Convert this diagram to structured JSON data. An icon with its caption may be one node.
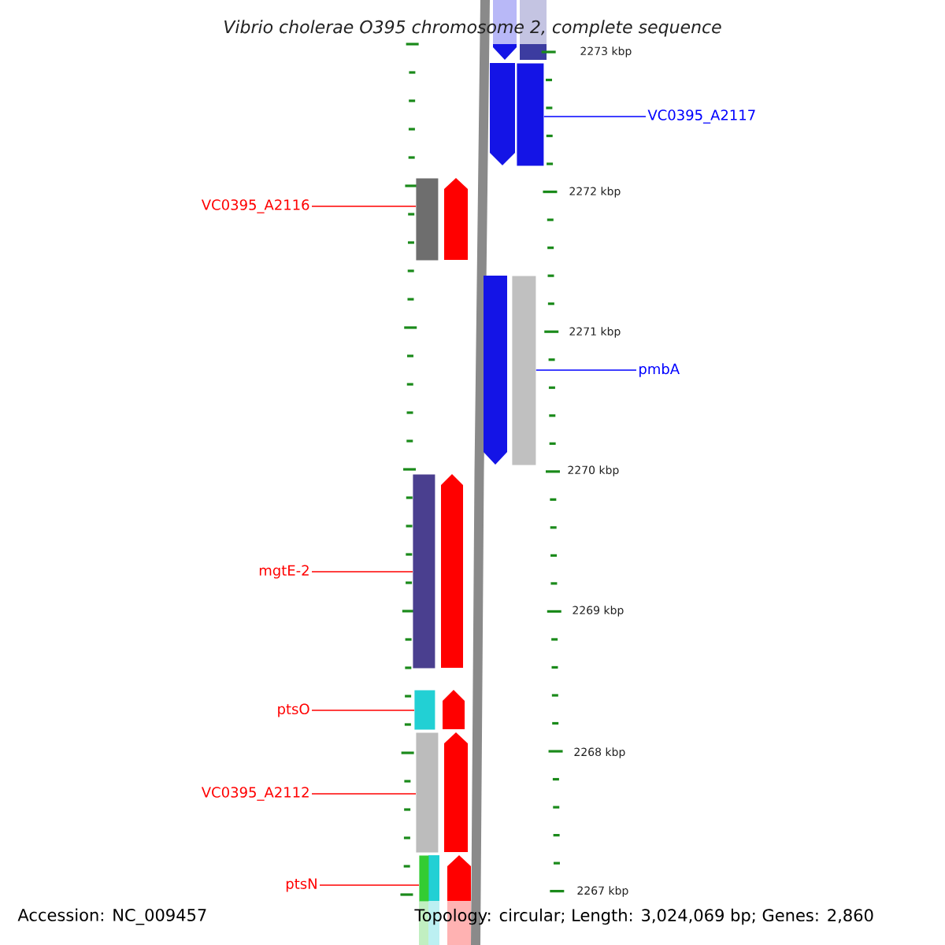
{
  "diagram": {
    "title": "Vibrio cholerae O395 chromosome 2, complete sequence",
    "nodes": [
      {
        "text": [
          "VC0395_A2117"
        ]
      },
      {
        "text": [],
        "shape": "bar"
      },
      {
        "text": [
          "VC0395_A2116"
        ]
      },
      {
        "text": [],
        "shape": "bar"
      },
      {
        "text": [
          "pmbA"
        ]
      },
      {
        "text": [],
        "shape": "bar"
      },
      {
        "text": [
          "mgtE-2"
        ]
      },
      {
        "text": [],
        "shape": "bar"
      },
      {
        "text": [
          "ptsO"
        ]
      },
      {
        "text": [],
        "shape": "bar"
      },
      {
        "text": [
          "VC0395_A2112"
        ]
      },
      {
        "text": [],
        "shape": "bar"
      },
      {
        "text": [
          "ptsN"
        ]
      },
      {
        "text": [],
        "shape": "bar"
      }
    ],
    "edges": [
      {
        "from": 0,
        "to": 1,
        "arrow": "none",
        "color": "#0000ff"
      },
      {
        "from": 2,
        "to": 3,
        "arrow": "none"
      },
      {
        "from": 4,
        "to": 5,
        "arrow": "none",
        "color": "#0000ff"
      },
      {
        "from": 6,
        "to": 7,
        "arrow": "none"
      },
      {
        "from": 8,
        "to": 9,
        "arrow": "none"
      },
      {
        "from": 10,
        "to": 11,
        "arrow": "none"
      },
      {
        "from": 12,
        "to": 13,
        "arrow": "none"
      }
    ],
    "labels": [
      "2273 kbp",
      "2272 kbp",
      "2271 kbp",
      "2270 kbp",
      "2269 kbp",
      "2268 kbp",
      "2267 kbp",
      "Accession: NC_009457",
      "Topology: circular; Length: 3,024,069 bp; Genes: 2,860"
    ]
  }
}
